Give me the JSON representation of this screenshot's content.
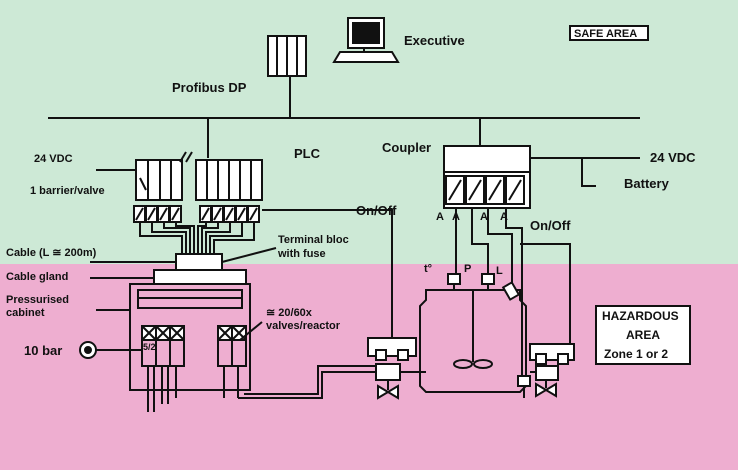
{
  "colors": {
    "safe_bg": "#cde9d6",
    "hazard_bg": "#eeaed0",
    "line": "#111111",
    "box_fill": "#ffffff"
  },
  "labels": {
    "safe_area": "SAFE AREA",
    "executive": "Executive",
    "profibus": "Profibus DP",
    "plc": "PLC",
    "coupler": "Coupler",
    "vdc_left": "24 VDC",
    "barrier": "1 barrier/valve",
    "vdc_right": "24 VDC",
    "battery": "Battery",
    "onoff_1": "On/Off",
    "onoff_2": "On/Off",
    "cable": "Cable (L ≅ 200m)",
    "terminal_1": "Terminal bloc",
    "terminal_2": "with fuse",
    "cable_gland": "Cable gland",
    "pressurised_1": "Pressurised",
    "pressurised_2": "cabinet",
    "ten_bar": "10 bar",
    "valves_1": "≅ 20/60x",
    "valves_2": "valves/reactor",
    "hazard_1": "HAZARDOUS",
    "hazard_2": "AREA",
    "hazard_3": "Zone 1 or 2",
    "five_two": "5/2",
    "a_labels": [
      "A",
      "A",
      "A",
      "A"
    ],
    "sensor_t": "t°",
    "sensor_p": "P",
    "sensor_l": "L"
  }
}
